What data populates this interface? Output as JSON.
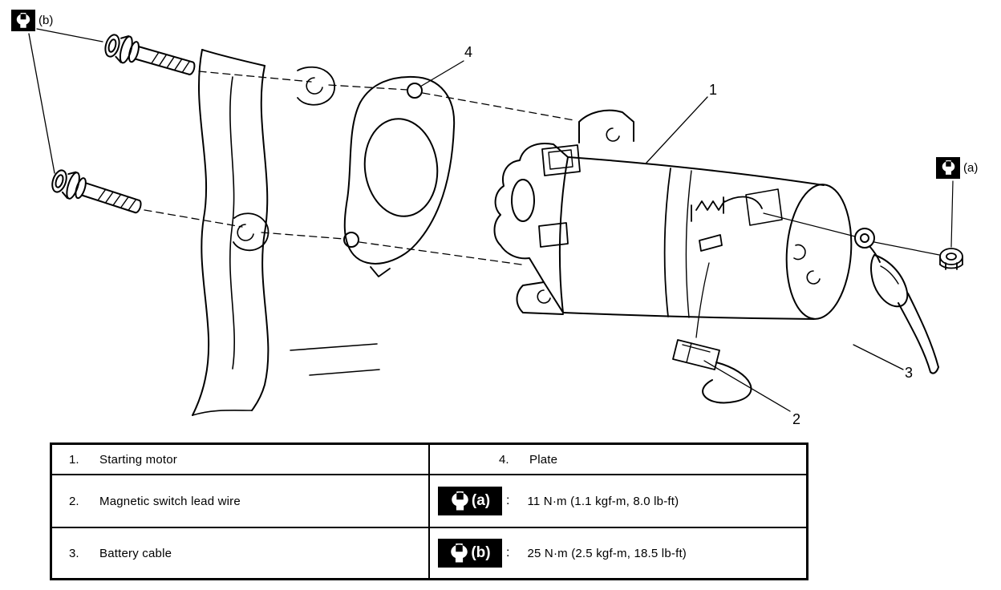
{
  "meta": {
    "bg": "#ffffff",
    "ink": "#000000"
  },
  "diagram": {
    "callouts": [
      {
        "id": "callout-1",
        "label": "1"
      },
      {
        "id": "callout-2",
        "label": "2"
      },
      {
        "id": "callout-3",
        "label": "3"
      },
      {
        "id": "callout-4",
        "label": "4"
      }
    ],
    "torque_markers": [
      {
        "id": "torque-a",
        "label": "(a)"
      },
      {
        "id": "torque-b",
        "label": "(b)"
      }
    ]
  },
  "legend": {
    "rows": [
      {
        "left_no": "1.",
        "left_text": "Starting motor",
        "right_no": "4.",
        "right_text": "Plate"
      },
      {
        "left_no": "2.",
        "left_text": "Magnetic switch lead wire",
        "badge": "(a)",
        "colon": ":",
        "right_text": "11 N·m (1.1 kgf-m, 8.0 lb-ft)"
      },
      {
        "left_no": "3.",
        "left_text": "Battery cable",
        "badge": "(b)",
        "colon": ":",
        "right_text": "25 N·m (2.5 kgf-m, 18.5 lb-ft)"
      }
    ]
  }
}
